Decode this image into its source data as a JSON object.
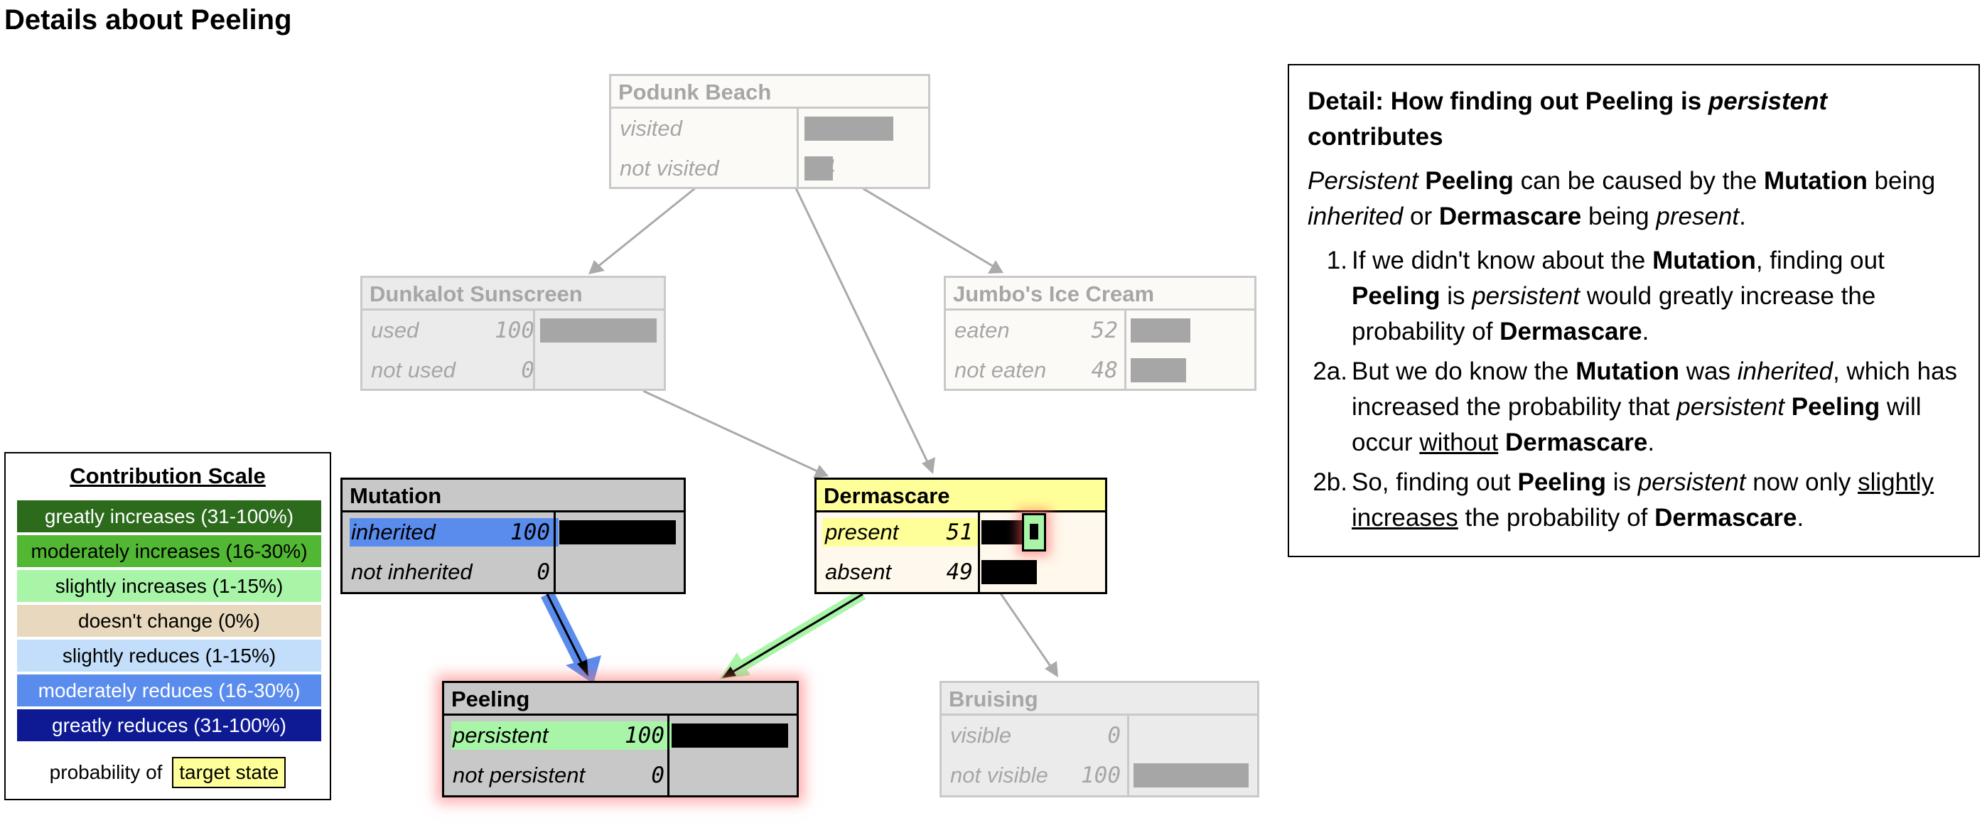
{
  "page_title": "Details about Peeling",
  "nodes": {
    "podunk": {
      "title": "Podunk Beach",
      "states": [
        {
          "label": "visited",
          "value": "76"
        },
        {
          "label": "not visited",
          "value": "24"
        }
      ]
    },
    "dunkalot": {
      "title": "Dunkalot Sunscreen",
      "states": [
        {
          "label": "used",
          "value": "100"
        },
        {
          "label": "not used",
          "value": "0"
        }
      ]
    },
    "jumbo": {
      "title": "Jumbo's Ice Cream",
      "states": [
        {
          "label": "eaten",
          "value": "52"
        },
        {
          "label": "not eaten",
          "value": "48"
        }
      ]
    },
    "mutation": {
      "title": "Mutation",
      "states": [
        {
          "label": "inherited",
          "value": "100"
        },
        {
          "label": "not inherited",
          "value": "0"
        }
      ]
    },
    "dermascare": {
      "title": "Dermascare",
      "states": [
        {
          "label": "present",
          "value": "51"
        },
        {
          "label": "absent",
          "value": "49"
        }
      ]
    },
    "peeling": {
      "title": "Peeling",
      "states": [
        {
          "label": "persistent",
          "value": "100"
        },
        {
          "label": "not persistent",
          "value": "0"
        }
      ]
    },
    "bruising": {
      "title": "Bruising",
      "states": [
        {
          "label": "visible",
          "value": "0"
        },
        {
          "label": "not visible",
          "value": "100"
        }
      ]
    }
  },
  "legend": {
    "title": "Contribution Scale",
    "items": [
      {
        "label": "greatly increases (31-100%)",
        "color": "#2c6a1c"
      },
      {
        "label": "moderately increases (16-30%)",
        "color": "#52b833"
      },
      {
        "label": "slightly increases (1-15%)",
        "color": "#a8f5a8"
      },
      {
        "label": "doesn't change (0%)",
        "color": "#e8d9be"
      },
      {
        "label": "slightly reduces (1-15%)",
        "color": "#c2defa"
      },
      {
        "label": "moderately reduces (16-30%)",
        "color": "#5a8cee"
      },
      {
        "label": "greatly reduces (31-100%)",
        "color": "#0d1a94"
      }
    ],
    "prob_label": "probability of",
    "target_label": "target state"
  },
  "detail": {
    "h_1": "Detail: How finding out Peeling is ",
    "h_2": "persistent",
    "h_3": " contributes",
    "p_1": "Persistent",
    "p_2": "Peeling",
    "p_3": " can be caused by the ",
    "p_4": "Mutation",
    "p_5": " being ",
    "p_6": "inherited",
    "p_7": " or ",
    "p_8": "Dermascare",
    "p_9": " being ",
    "p_10": "present",
    "p_11": ".",
    "i1_num": "1.",
    "i1_1": "If we didn't know about the ",
    "i1_2": "Mutation",
    "i1_3": ", finding out ",
    "i1_4": "Peeling",
    "i1_5": " is ",
    "i1_6": "persistent",
    "i1_7": " would greatly increase the probability of ",
    "i1_8": "Dermascare",
    "i1_9": ".",
    "i2_num": "2a.",
    "i2_1": "But we do know the ",
    "i2_2": "Mutation",
    "i2_3": " was ",
    "i2_4": "inherited",
    "i2_5": ", which has increased the probability that ",
    "i2_6": "persistent",
    "i2_7": "Peeling",
    "i2_8": " will occur ",
    "i2_9": "without",
    "i2_10": "Dermascare",
    "i2_11": ".",
    "i3_num": "2b.",
    "i3_1": "So, finding out ",
    "i3_2": "Peeling",
    "i3_3": " is ",
    "i3_4": "persistent",
    "i3_5": " now only ",
    "i3_6": "slightly increases",
    "i3_7": " the probability of ",
    "i3_8": "Dermascare",
    "i3_9": "."
  },
  "colors": {
    "evidence_highlight": "#5a8cee",
    "slight_increase_highlight": "#a8f5a8",
    "target_header": "#ffff99",
    "faded_border": "#c9c9c9"
  }
}
